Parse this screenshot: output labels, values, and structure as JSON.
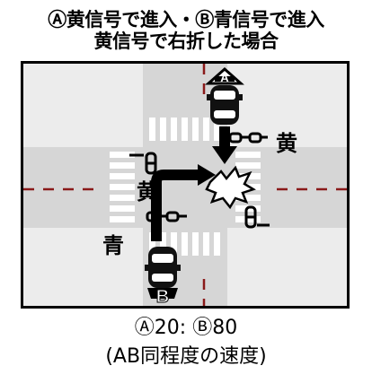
{
  "header": {
    "line1": "Ⓐ黄信号で進入・Ⓑ青信号で進入",
    "line2": "黄信号で右折した場合"
  },
  "scene": {
    "car_a_letter": "A",
    "car_b_letter": "B",
    "signal_label_a": "黄",
    "signal_label_left": "黄",
    "signal_label_b": "青"
  },
  "footer": {
    "ratio": "Ⓐ20: Ⓑ80",
    "note": "(AB同程度の速度)"
  },
  "colors": {
    "road": "#d6d6d6",
    "corner": "#ececec",
    "lane_line": "#8a1a1a",
    "arrow": "#000000"
  }
}
